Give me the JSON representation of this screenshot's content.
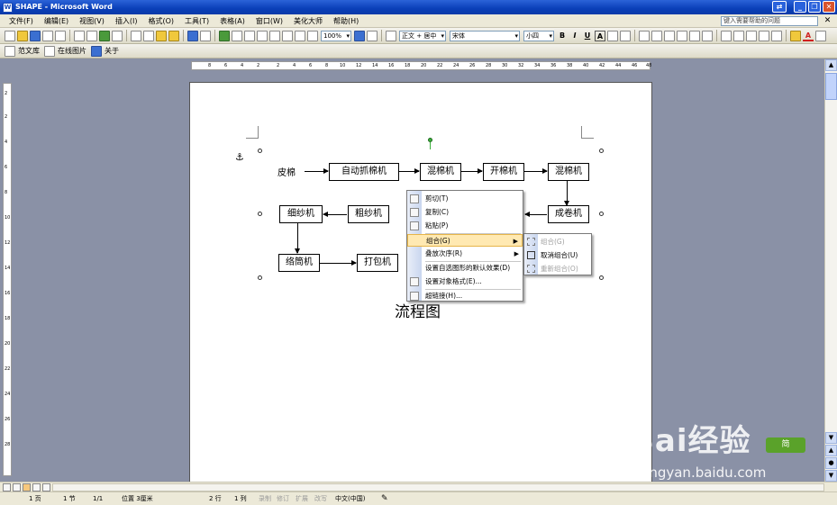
{
  "window": {
    "title": "SHAPE - Microsoft Word",
    "min": "_",
    "max": "❐",
    "close": "✕"
  },
  "menubar": {
    "items": [
      "文件(F)",
      "编辑(E)",
      "视图(V)",
      "插入(I)",
      "格式(O)",
      "工具(T)",
      "表格(A)",
      "窗口(W)",
      "美化大师",
      "帮助(H)"
    ],
    "help_placeholder": "键入需要帮助的问题",
    "close": "✕"
  },
  "toolbar": {
    "zoom": "100%",
    "style": "正文 + 居中",
    "font": "宋体",
    "size": "小四",
    "bold": "B",
    "italic": "I",
    "underline": "U",
    "char_border": "A",
    "font_color": "A"
  },
  "toolbar2": {
    "items": [
      "范文库",
      "在线图片",
      "关于"
    ]
  },
  "ruler": {
    "h_ticks": [
      "8",
      "6",
      "4",
      "2",
      "2",
      "4",
      "6",
      "8",
      "10",
      "12",
      "14",
      "16",
      "18",
      "20",
      "22",
      "24",
      "26",
      "28",
      "30",
      "32",
      "34",
      "36",
      "38",
      "40",
      "42",
      "44",
      "46",
      "48"
    ],
    "v_ticks": [
      "2",
      "2",
      "4",
      "6",
      "8",
      "10",
      "12",
      "14",
      "16",
      "18",
      "20",
      "22",
      "24",
      "26",
      "28"
    ]
  },
  "flowchart": {
    "start_text": "皮棉",
    "boxes": [
      "自动抓棉机",
      "混棉机",
      "开棉机",
      "混棉机",
      "成卷机",
      "粗纱机",
      "细纱机",
      "络筒机",
      "打包机"
    ],
    "caption": "流程图"
  },
  "context_menu": {
    "items": [
      "剪切(T)",
      "复制(C)",
      "粘贴(P)",
      "组合(G)",
      "叠放次序(R)",
      "设置自选图形的默认效果(D)",
      "设置对象格式(E)...",
      "超链接(H)..."
    ],
    "submenu": [
      "组合(G)",
      "取消组合(U)",
      "重新组合(O)"
    ]
  },
  "statusbar": {
    "page": "1 页",
    "section": "1 节",
    "pages": "1/1",
    "position": "位置 3厘米",
    "line": "2 行",
    "col": "1 列",
    "rec": "录制",
    "trk": "修订",
    "ext": "扩展",
    "ovr": "改写",
    "lang": "中文(中国)"
  },
  "watermark": {
    "brand": "Bai经验",
    "url": "jingyan.baidu.com",
    "badge": "简"
  }
}
